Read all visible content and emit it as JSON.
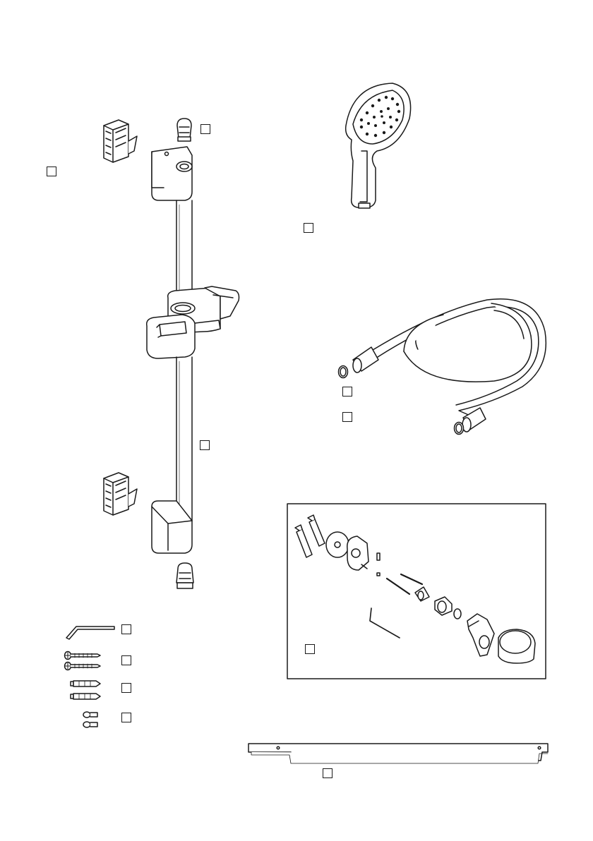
{
  "page": {
    "background": "#ffffff",
    "line_color": "#1a1a1a"
  },
  "checkboxes": [
    {
      "id": "cap-top",
      "checked": false
    },
    {
      "id": "wall-clips",
      "checked": false
    },
    {
      "id": "hand-shower",
      "checked": false
    },
    {
      "id": "hose-washer",
      "checked": false
    },
    {
      "id": "hose",
      "checked": false
    },
    {
      "id": "rail",
      "checked": false
    },
    {
      "id": "hex-key",
      "checked": false
    },
    {
      "id": "screws",
      "checked": false
    },
    {
      "id": "dowels",
      "checked": false
    },
    {
      "id": "grub-screws",
      "checked": false
    },
    {
      "id": "wall-outlet-kit",
      "checked": false
    },
    {
      "id": "drill-template",
      "checked": false
    }
  ]
}
